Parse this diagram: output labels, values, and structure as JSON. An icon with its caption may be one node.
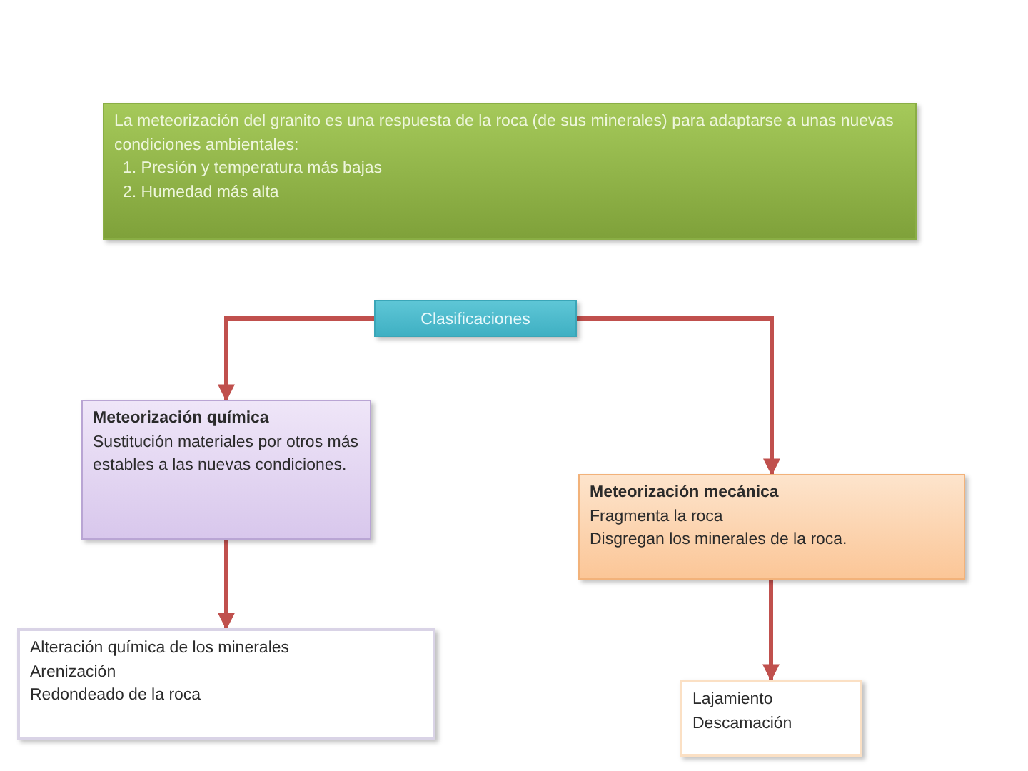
{
  "diagram": {
    "nodes": [
      {
        "text": [
          "La meteorización del granito es una respuesta de la roca (de sus minerales) para adaptarse a unas nuevas condiciones ambientales:",
          "1. Presión y temperatura más bajas",
          "2. Humedad más alta"
        ]
      },
      {
        "text": [
          "Clasificaciones"
        ]
      },
      {
        "text": [
          "Meteorización química",
          "Sustitución materiales por otros más estables a las nuevas condiciones."
        ]
      },
      {
        "text": [
          "Meteorización mecánica",
          "Fragmenta la roca",
          "Disgregan los minerales de la roca."
        ]
      },
      {
        "text": [
          "Alteración química de los minerales",
          "Arenización",
          "Redondeado de la roca"
        ]
      },
      {
        "text": [
          "Lajamiento",
          "Descamación"
        ]
      }
    ],
    "edges": [
      {
        "from": 1,
        "to": 2,
        "arrow": "to"
      },
      {
        "from": 1,
        "to": 3,
        "arrow": "to"
      },
      {
        "from": 2,
        "to": 4,
        "arrow": "to"
      },
      {
        "from": 3,
        "to": 5,
        "arrow": "to"
      }
    ]
  }
}
